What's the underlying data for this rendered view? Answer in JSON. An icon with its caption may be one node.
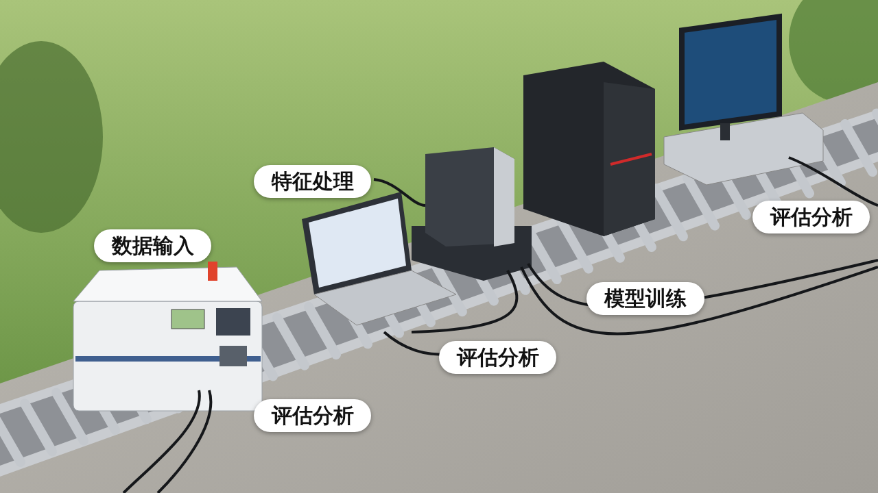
{
  "diagram": {
    "nodes": [
      {
        "text": [
          "特征处理"
        ]
      },
      {
        "text": [
          "评估分析"
        ]
      },
      {
        "text": [
          "数据输入"
        ]
      },
      {
        "text": [
          "模型训练"
        ]
      },
      {
        "text": [
          "评估分析"
        ]
      },
      {
        "text": [
          "评估分析"
        ]
      }
    ]
  }
}
